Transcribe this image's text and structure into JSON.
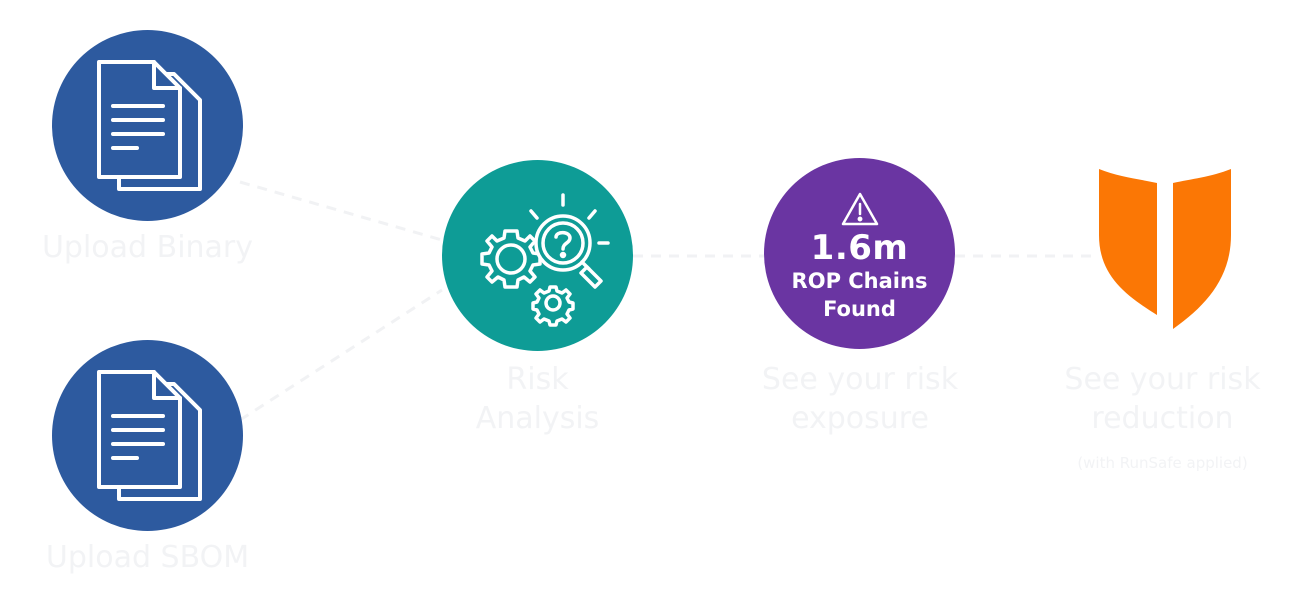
{
  "colors": {
    "blue_circle": "#2d5a9f",
    "teal_circle": "#0e9c96",
    "purple_circle": "#6a35a2",
    "shield_orange": "#fb7705",
    "connector": "#f1f2f4",
    "label_text": "#f2f3f5"
  },
  "nodes": {
    "binary": {
      "icon": "document-icon",
      "label": "Upload Binary"
    },
    "sbom": {
      "icon": "document-icon",
      "label": "Upload SBOM"
    },
    "analysis": {
      "icon": "gears-magnifier-icon",
      "label_line1": "Risk",
      "label_line2": "Analysis"
    },
    "exposure": {
      "icon": "warning-icon",
      "metric_value": "1.6m",
      "metric_line1": "ROP Chains",
      "metric_line2": "Found",
      "label_line1": "See your risk",
      "label_line2": "exposure"
    },
    "reduction": {
      "icon": "shield-icon",
      "label_line1": "See your risk",
      "label_line2": "reduction",
      "note": "(with RunSafe applied)"
    }
  }
}
